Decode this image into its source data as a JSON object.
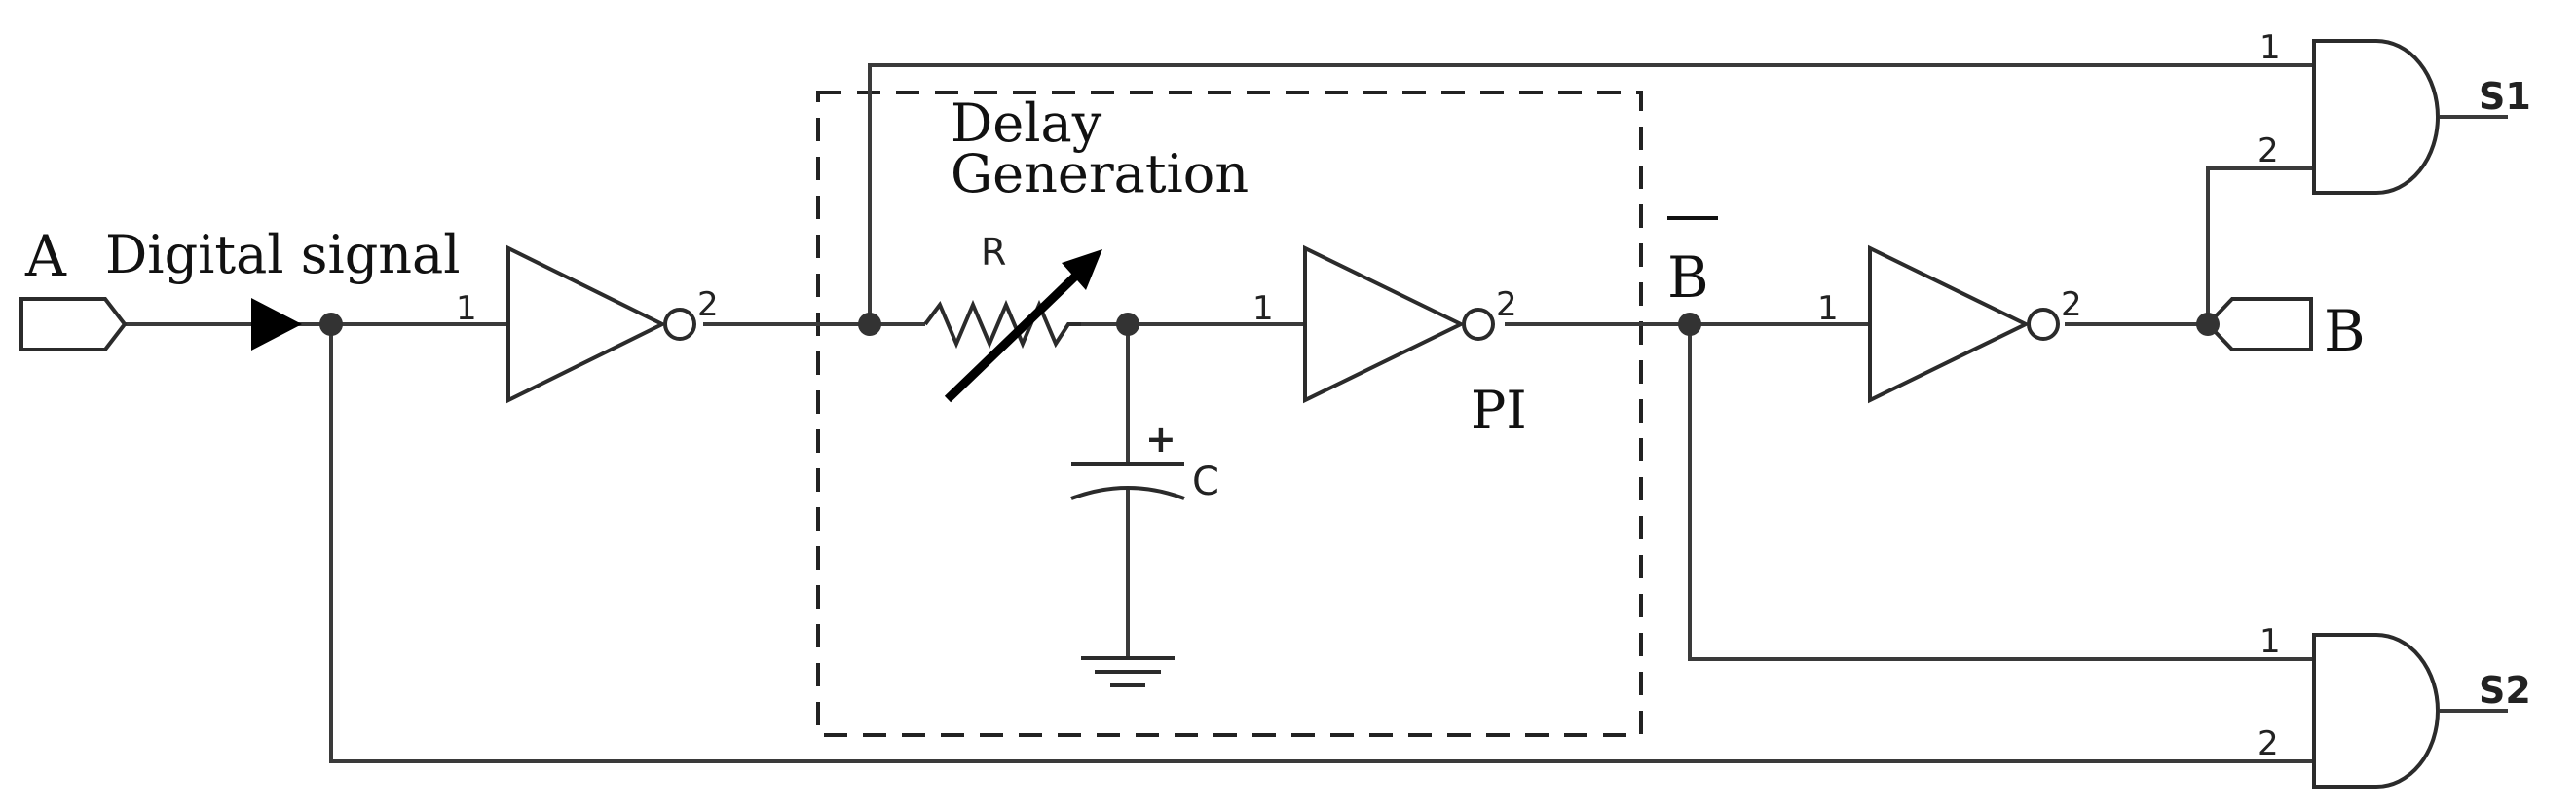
{
  "labels": {
    "input_port": "A",
    "input_caption": "Digital signal",
    "delay_block_line1": "Delay",
    "delay_block_line2": "Generation",
    "resistor": "R",
    "capacitor": "C",
    "capacitor_polarity": "+",
    "inverter_label": "PI",
    "b_bar": "B",
    "output_port": "B",
    "gate_s1": "S1",
    "gate_s2": "S2"
  },
  "pins": {
    "pin1": "1",
    "pin2": "2"
  },
  "colors": {
    "wire": "#3a3a3a",
    "component": "#2b2b2b",
    "arrow": "#000000",
    "background": "#ffffff"
  }
}
